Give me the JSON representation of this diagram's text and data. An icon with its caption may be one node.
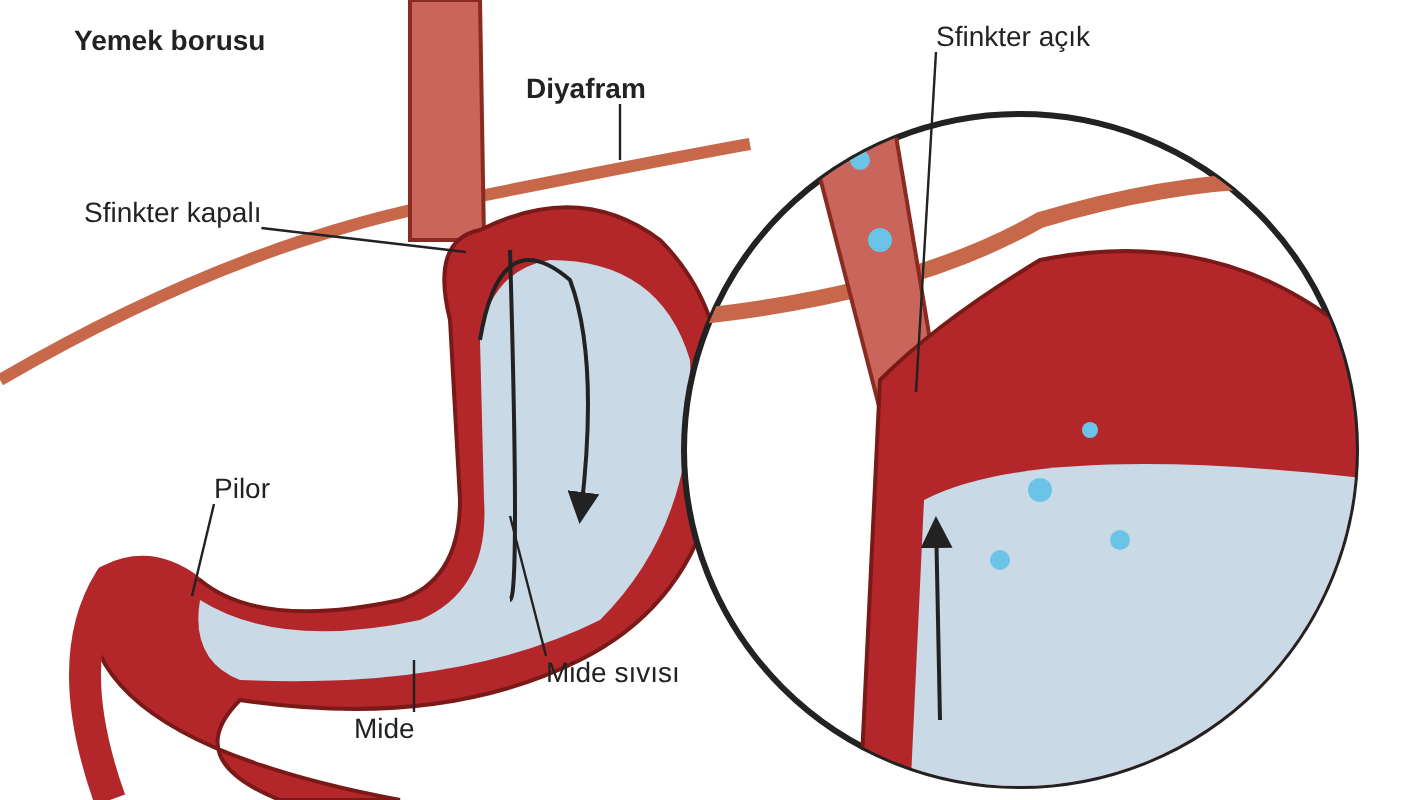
{
  "diagram": {
    "nodes": [
      {
        "text": [
          "Diyafram"
        ]
      },
      {
        "text": [
          "Sfinkter kapalı"
        ]
      },
      {
        "text": [
          "Sfinkter açık"
        ]
      },
      {
        "text": [
          "Pilor"
        ]
      },
      {
        "text": [
          "Mide sıvısı"
        ]
      },
      {
        "text": [
          "Mide"
        ]
      }
    ],
    "edges": [
      {
        "from": 0,
        "to": null,
        "arrow": "none"
      },
      {
        "from": 1,
        "to": null,
        "arrow": "none"
      },
      {
        "from": 2,
        "to": null,
        "arrow": "none"
      },
      {
        "from": 3,
        "to": null,
        "arrow": "none"
      },
      {
        "from": 4,
        "to": null,
        "arrow": "none"
      },
      {
        "from": 5,
        "to": null,
        "arrow": "none"
      }
    ],
    "labels": [
      "Yemek borusu"
    ]
  }
}
